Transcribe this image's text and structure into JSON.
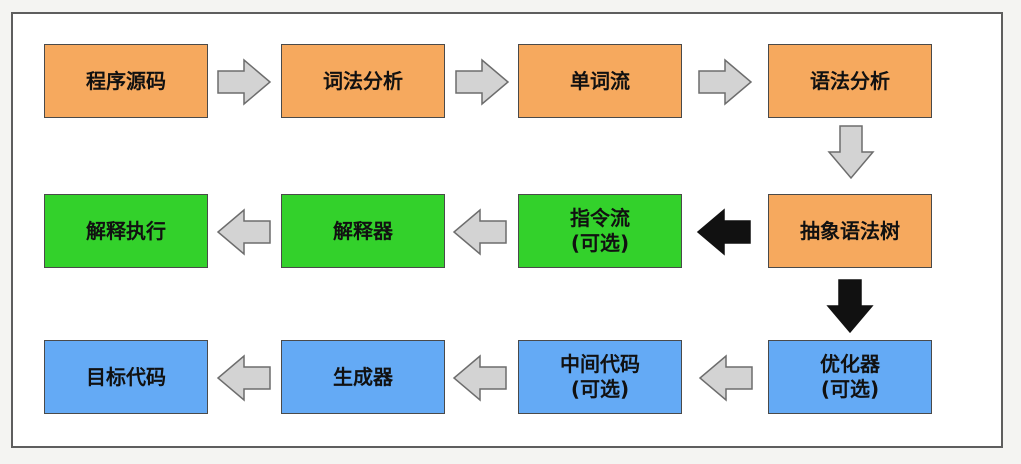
{
  "colors": {
    "orange": "#f6a95e",
    "green": "#33d12b",
    "blue": "#64aaf5",
    "gray_arrow": "#d3d3d3",
    "dark_arrow": "#111111"
  },
  "nodes": {
    "source_code": {
      "line1": "程序源码",
      "line2": ""
    },
    "lexical_analysis": {
      "line1": "词法分析",
      "line2": ""
    },
    "token_stream": {
      "line1": "单词流",
      "line2": ""
    },
    "syntax_analysis": {
      "line1": "语法分析",
      "line2": ""
    },
    "ast": {
      "line1": "抽象语法树",
      "line2": ""
    },
    "instruction_stream": {
      "line1": "指令流",
      "line2": "(可选)"
    },
    "interpreter": {
      "line1": "解释器",
      "line2": ""
    },
    "interpret_execute": {
      "line1": "解释执行",
      "line2": ""
    },
    "optimizer": {
      "line1": "优化器",
      "line2": "(可选)"
    },
    "intermediate_code": {
      "line1": "中间代码",
      "line2": "(可选)"
    },
    "generator": {
      "line1": "生成器",
      "line2": ""
    },
    "target_code": {
      "line1": "目标代码",
      "line2": ""
    }
  },
  "edges": [
    {
      "from": "source_code",
      "to": "lexical_analysis",
      "style": "gray"
    },
    {
      "from": "lexical_analysis",
      "to": "token_stream",
      "style": "gray"
    },
    {
      "from": "token_stream",
      "to": "syntax_analysis",
      "style": "gray"
    },
    {
      "from": "syntax_analysis",
      "to": "ast",
      "style": "gray"
    },
    {
      "from": "ast",
      "to": "instruction_stream",
      "style": "dark"
    },
    {
      "from": "instruction_stream",
      "to": "interpreter",
      "style": "gray"
    },
    {
      "from": "interpreter",
      "to": "interpret_execute",
      "style": "gray"
    },
    {
      "from": "ast",
      "to": "optimizer",
      "style": "dark"
    },
    {
      "from": "optimizer",
      "to": "intermediate_code",
      "style": "gray"
    },
    {
      "from": "intermediate_code",
      "to": "generator",
      "style": "gray"
    },
    {
      "from": "generator",
      "to": "target_code",
      "style": "gray"
    }
  ]
}
